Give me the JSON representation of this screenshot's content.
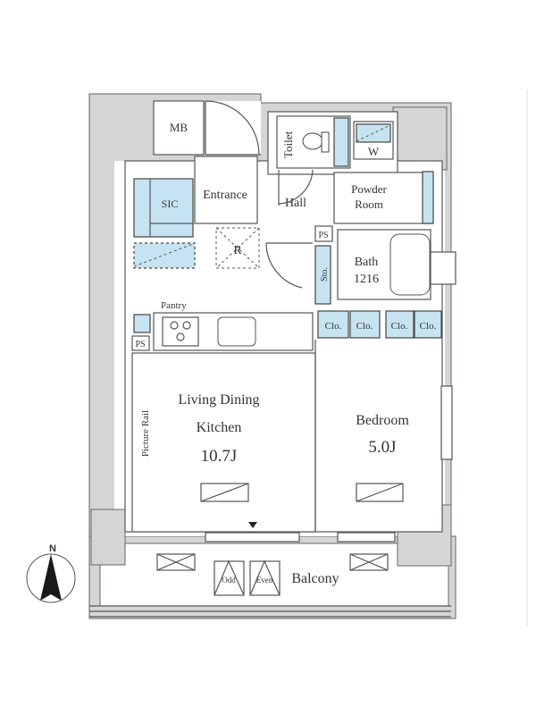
{
  "rooms": {
    "mb": "MB",
    "sic": "SIC",
    "entrance": "Entrance",
    "hall": "Hall",
    "toilet": "Toilet",
    "washer": "W",
    "powder_room_line1": "Powder",
    "powder_room_line2": "Room",
    "refrigerator": "R",
    "ps_hall": "PS",
    "storage": "Sto.",
    "bath_line1": "Bath",
    "bath_line2": "1216",
    "closets": [
      "Clo.",
      "Clo.",
      "Clo.",
      "Clo."
    ],
    "pantry": "Pantry",
    "ps_kitchen": "PS",
    "picture_rail": "Picture Rail",
    "ldk_line1": "Living Dining",
    "ldk_line2": "Kitchen",
    "ldk_size": "10.7J",
    "bedroom": "Bedroom",
    "bedroom_size": "5.0J",
    "balcony": "Balcony",
    "odd": "Odd",
    "even": "Even"
  },
  "compass": {
    "label": "N"
  },
  "colors": {
    "storage_blue": "#c6e3f1",
    "wall_gray": "#d4d6d6"
  }
}
